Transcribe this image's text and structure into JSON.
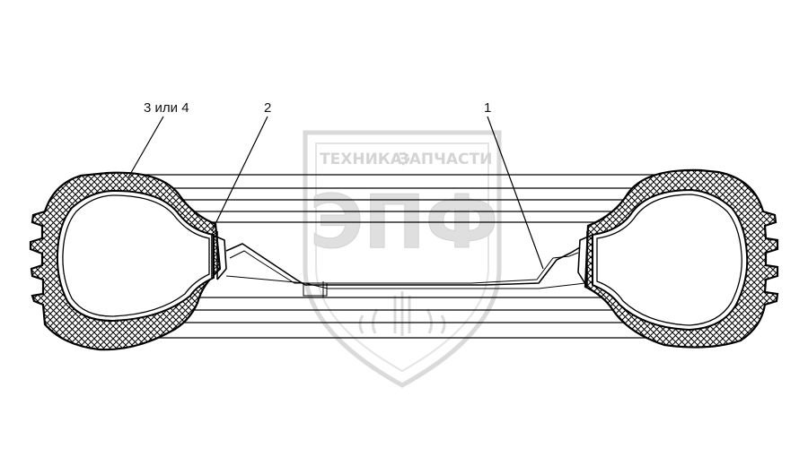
{
  "callouts": {
    "part_3_or_4": "3 или 4",
    "part_2": "2",
    "part_1": "1"
  },
  "watermark": {
    "brand_line": "ТЕХНИКА ⚙ ЗАПЧАСТИ",
    "brand_left": "ТЕХНИКА",
    "brand_right": "ЗАПЧАСТИ",
    "logo_letters": "ЭПФ"
  },
  "colors": {
    "line": "#000000",
    "watermark": "#d6d6d6",
    "background": "#ffffff"
  }
}
